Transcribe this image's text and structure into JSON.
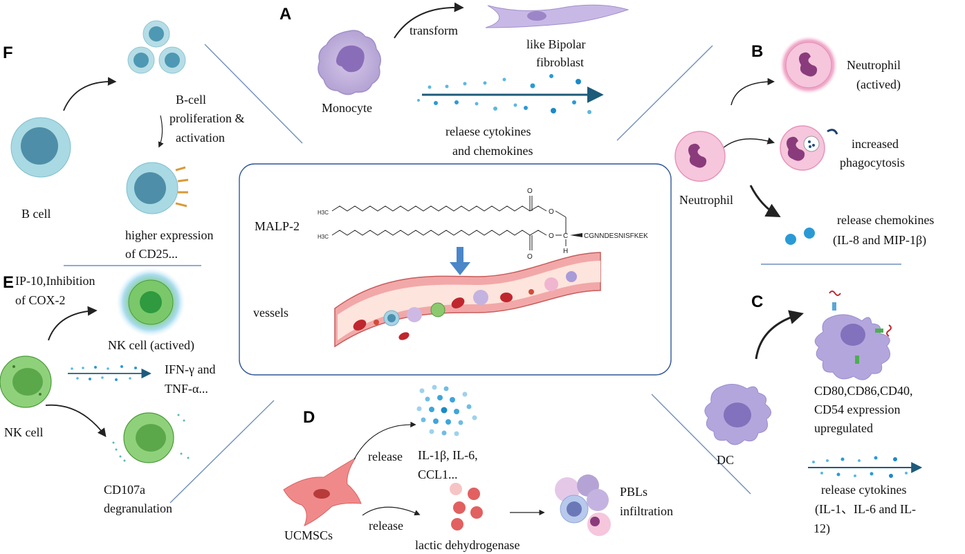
{
  "panels": {
    "a": "A",
    "b": "B",
    "c": "C",
    "d": "D",
    "e": "E",
    "f": "F"
  },
  "center": {
    "malp_label": "MALP-2",
    "h3c_top": "H3C",
    "h3c_bottom": "H3C",
    "o_top": "O",
    "o_ester": "O",
    "o_bottom": "O",
    "o_chain": "O",
    "c_atom": "C",
    "h_atom": "H",
    "peptide": "CGNNDESNISFKEK",
    "vessels_label": "vessels"
  },
  "panel_a": {
    "transform": "transform",
    "fibroblast": [
      "like Bipolar",
      "fibroblast"
    ],
    "monocyte": "Monocyte",
    "release": [
      "relaese cytokines",
      "and chemokines"
    ]
  },
  "panel_b": {
    "activated": [
      "Neutrophil",
      "(actived)"
    ],
    "phagocytosis": [
      "increased",
      "phagocytosis"
    ],
    "neutrophil": "Neutrophil",
    "chemokines": [
      "release chemokines",
      "(IL-8 and MIP-1β)"
    ]
  },
  "panel_c": {
    "markers": [
      "CD80,CD86,CD40,",
      "CD54 expression",
      "upregulated"
    ],
    "dc": "DC",
    "cytokines": [
      "release cytokines",
      "(IL-1、IL-6 and IL-",
      "12)"
    ]
  },
  "panel_d": {
    "release_1": "release",
    "interleukins": [
      "IL-1β, IL-6,",
      "CCL1..."
    ],
    "release_2": "release",
    "pbls": [
      "PBLs",
      "infiltration"
    ],
    "ucmscs": "UCMSCs",
    "ldh": "lactic dehydrogenase"
  },
  "panel_e": {
    "ip10": [
      "IP-10,Inhibition",
      "of COX-2"
    ],
    "nk_activated": "NK cell (actived)",
    "ifn": [
      "IFN-γ and",
      "TNF-α..."
    ],
    "nk_cell": "NK cell",
    "cd107a": [
      "CD107a",
      "degranulation"
    ]
  },
  "panel_f": {
    "proliferation": [
      "B-cell",
      "proliferation &",
      "activation"
    ],
    "b_cell": "B cell",
    "cd25": [
      "higher expression",
      "of CD25..."
    ]
  }
}
